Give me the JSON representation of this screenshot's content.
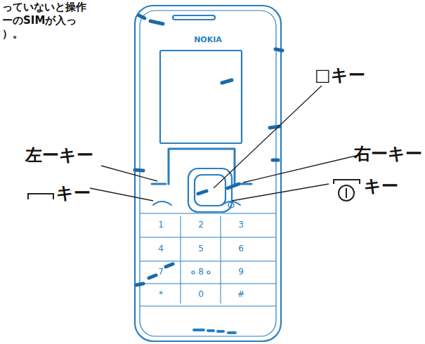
{
  "diagram": {
    "labels": [
      "っていないと操作",
      "ーのSIMが入っ",
      "）。",
      "NOKIA",
      "□キー",
      "左ーキー",
      "右ーキー",
      "キー",
      "キー",
      "1",
      "2",
      "3",
      "4",
      "5",
      "6",
      "7",
      "8",
      "9",
      "*",
      "0",
      "#"
    ]
  }
}
